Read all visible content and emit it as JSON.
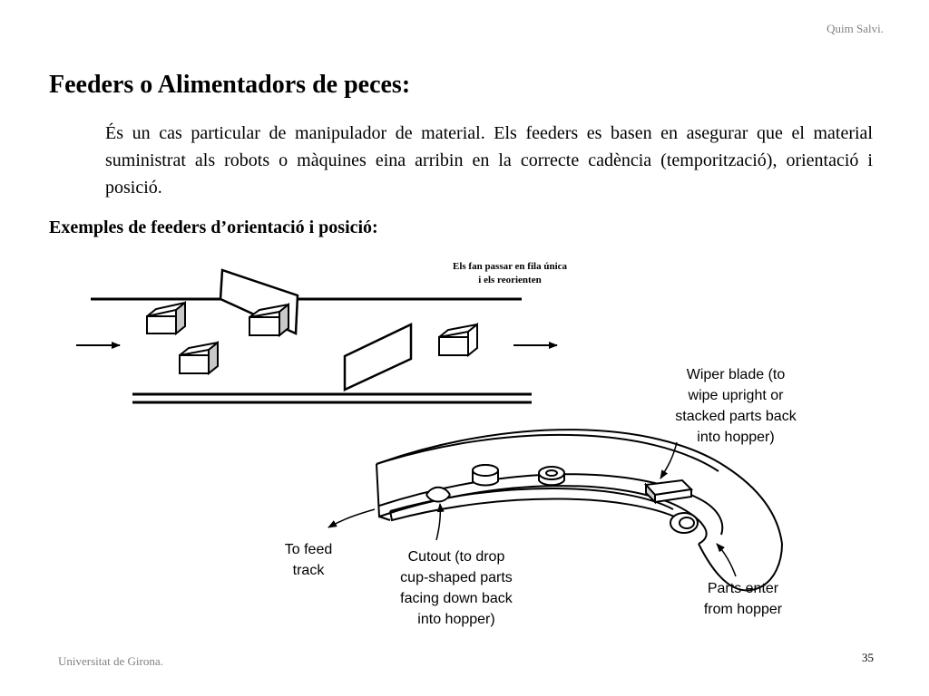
{
  "header": {
    "author": "Quim Salvi."
  },
  "slide": {
    "title": "Feeders o Alimentadors de peces:",
    "intro": "És un cas particular de manipulador de material.  Els feeders es basen en asegurar que el material suministrat als robots o màquines eina arribin en la correcte cadència (temporització), orientació i posició.",
    "subtitle": "Exemples de feeders d’orientació i posició:"
  },
  "figure_top": {
    "caption_line1": "Els fan passar en fila única",
    "caption_line2": "i els reorienten"
  },
  "figure_bottom": {
    "wiper": [
      "Wiper blade (to",
      "wipe upright or",
      "stacked parts back",
      "into hopper)"
    ],
    "feed": [
      "To feed",
      "track"
    ],
    "cutout": [
      "Cutout (to drop",
      "cup-shaped parts",
      "facing down back",
      "into hopper)"
    ],
    "parts": [
      "Parts enter",
      "from hopper"
    ]
  },
  "footer": {
    "institution": "Universitat de Girona.",
    "page": "35"
  }
}
